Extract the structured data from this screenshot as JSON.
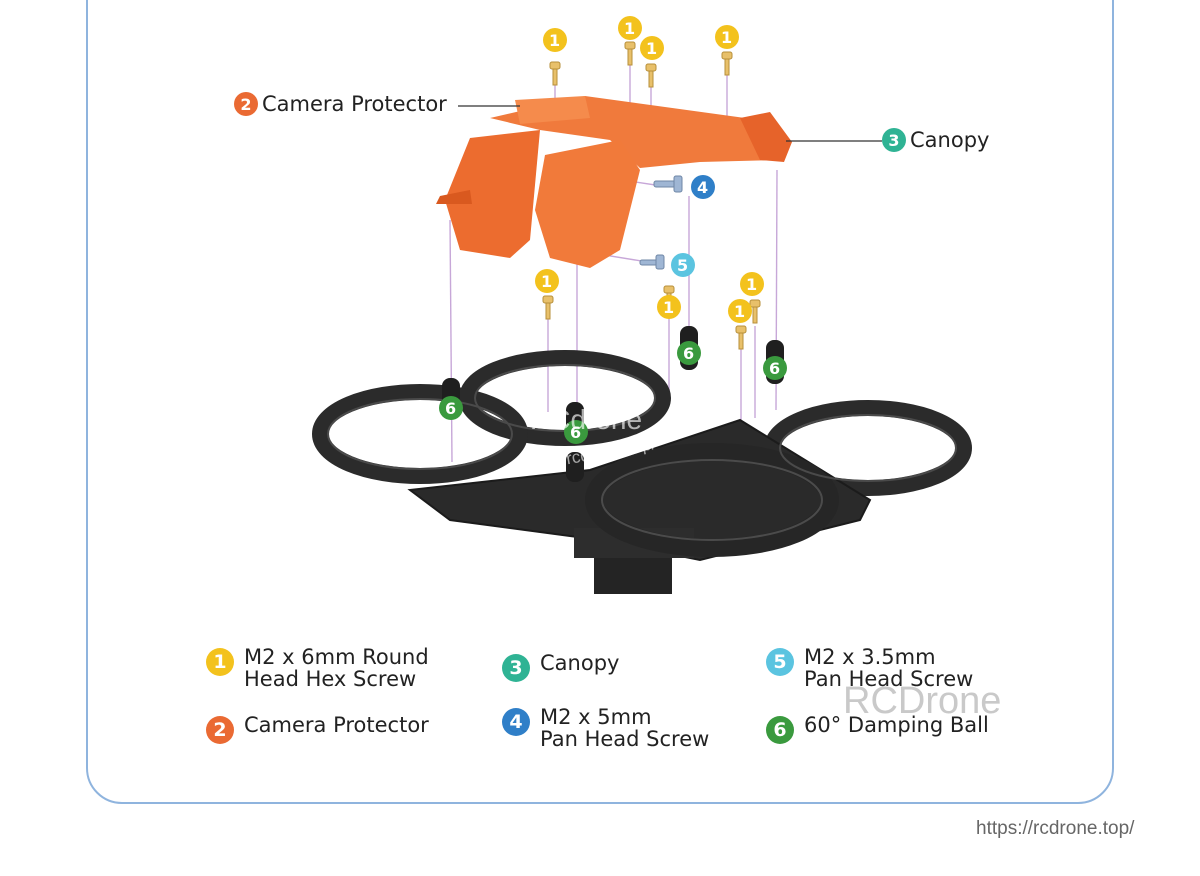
{
  "callouts": {
    "camera_protector": {
      "num": "2",
      "label": "Camera Protector"
    },
    "canopy": {
      "num": "3",
      "label": "Canopy"
    }
  },
  "markers": {
    "one": "1",
    "four": "4",
    "five": "5",
    "six": "6"
  },
  "legend": {
    "item1": {
      "num": "1",
      "line1": "M2 x 6mm Round",
      "line2": "Head Hex Screw"
    },
    "item2": {
      "num": "2",
      "line1": "Camera Protector"
    },
    "item3": {
      "num": "3",
      "line1": "Canopy"
    },
    "item4": {
      "num": "4",
      "line1": "M2 x 5mm",
      "line2": "Pan Head Screw"
    },
    "item5": {
      "num": "5",
      "line1": "M2 x 3.5mm",
      "line2": "Pan Head Screw"
    },
    "item6": {
      "num": "6",
      "line1": "60° Damping Ball"
    }
  },
  "watermarks": {
    "brand": "RCDrone",
    "brand_center": "RCdrone",
    "url_center": "https://rcdrone.top/",
    "url": "https://rcdrone.top/"
  },
  "colors": {
    "yellow": "#f3c21d",
    "orange": "#ea6a33",
    "teal": "#2fb394",
    "blue": "#2f7fc8",
    "lightblue": "#5bc4e0",
    "green": "#3a9a3e",
    "frame_border": "#8fb4de"
  }
}
